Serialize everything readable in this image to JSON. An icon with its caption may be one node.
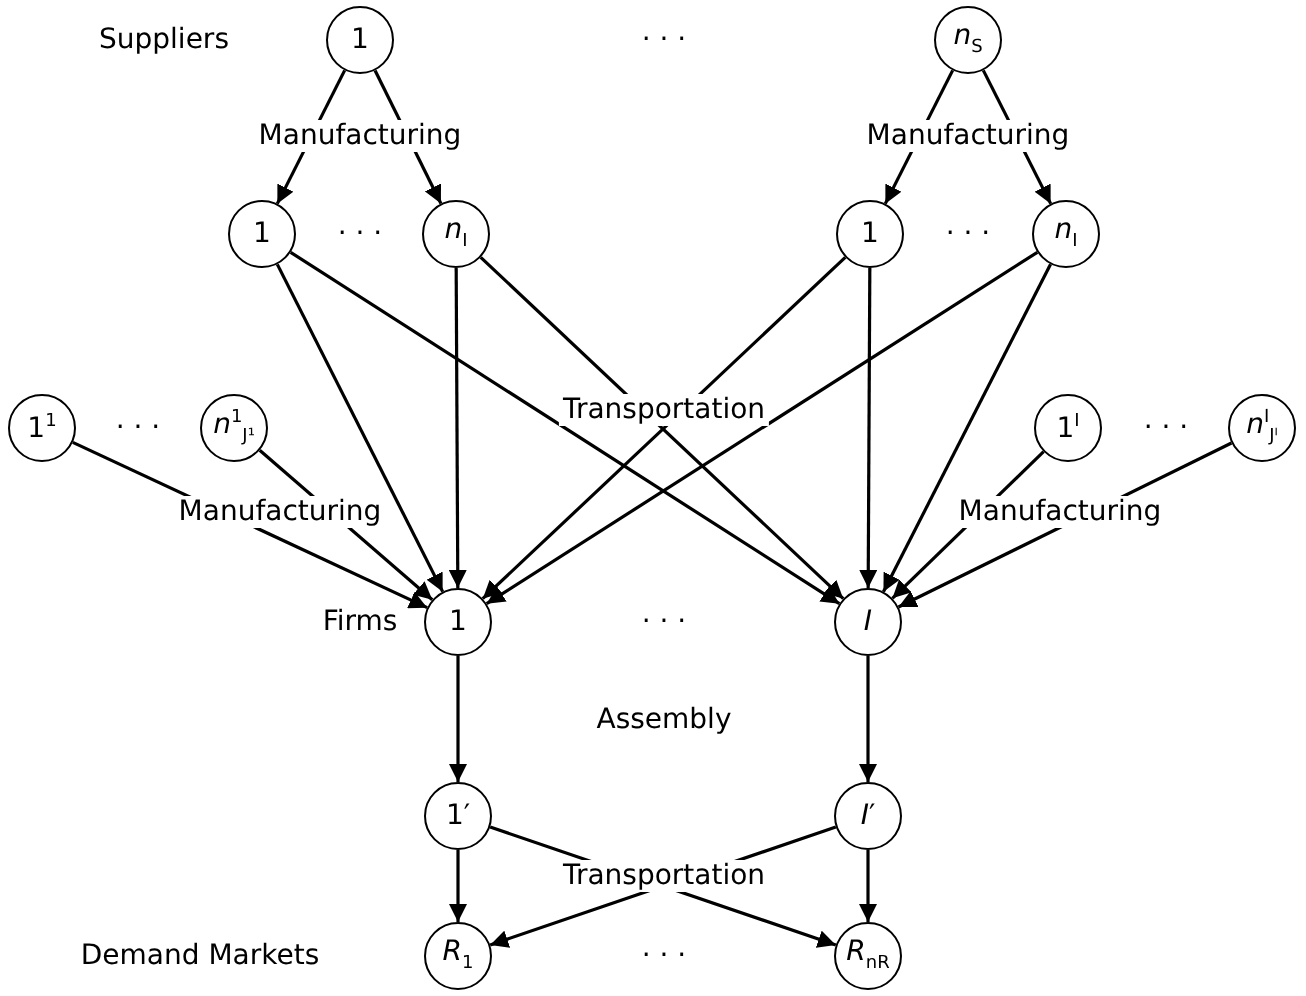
{
  "diagram": {
    "nodes": [
      {
        "text": [
          "1"
        ]
      },
      {
        "text": [
          "*n*$_{S}$"
        ]
      },
      {
        "text": [
          "1"
        ]
      },
      {
        "text": [
          "*n*$_{I}$"
        ]
      },
      {
        "text": [
          "1"
        ]
      },
      {
        "text": [
          "*n*$_{I}$"
        ]
      },
      {
        "text": [
          "1$^{1}$"
        ]
      },
      {
        "text": [
          "*n*$^{1}$$_{J¹}$"
        ]
      },
      {
        "text": [
          "1$^{I}$"
        ]
      },
      {
        "text": [
          "*n*$^{I}$$_{Jᴵ}$"
        ]
      },
      {
        "text": [
          "1"
        ]
      },
      {
        "text": [
          "*I*"
        ]
      },
      {
        "text": [
          "1′"
        ]
      },
      {
        "text": [
          "*I*′"
        ]
      },
      {
        "text": [
          "*R*$_{1}$"
        ]
      },
      {
        "text": [
          "*R*$_{nR}$"
        ]
      }
    ],
    "edges": [
      {
        "from": 0,
        "to": 2,
        "arrow": "to"
      },
      {
        "from": 0,
        "to": 3,
        "arrow": "to"
      },
      {
        "from": 1,
        "to": 4,
        "arrow": "to"
      },
      {
        "from": 1,
        "to": 5,
        "arrow": "to"
      },
      {
        "from": 2,
        "to": 10,
        "arrow": "to"
      },
      {
        "from": 2,
        "to": 11,
        "arrow": "to"
      },
      {
        "from": 3,
        "to": 10,
        "arrow": "to"
      },
      {
        "from": 3,
        "to": 11,
        "arrow": "to"
      },
      {
        "from": 4,
        "to": 10,
        "arrow": "to"
      },
      {
        "from": 4,
        "to": 11,
        "arrow": "to"
      },
      {
        "from": 5,
        "to": 10,
        "arrow": "to"
      },
      {
        "from": 5,
        "to": 11,
        "arrow": "to"
      },
      {
        "from": 6,
        "to": 10,
        "arrow": "to"
      },
      {
        "from": 7,
        "to": 10,
        "arrow": "to"
      },
      {
        "from": 8,
        "to": 11,
        "arrow": "to"
      },
      {
        "from": 9,
        "to": 11,
        "arrow": "to"
      },
      {
        "from": 10,
        "to": 12,
        "arrow": "to"
      },
      {
        "from": 11,
        "to": 13,
        "arrow": "to"
      },
      {
        "from": 12,
        "to": 14,
        "arrow": "to"
      },
      {
        "from": 12,
        "to": 15,
        "arrow": "to"
      },
      {
        "from": 13,
        "to": 14,
        "arrow": "to"
      },
      {
        "from": 13,
        "to": 15,
        "arrow": "to"
      }
    ],
    "labels": [
      "Suppliers",
      "· · ·",
      "Manufacturing",
      "Manufacturing",
      "· · ·",
      "· · ·",
      "· · ·",
      "Transportation",
      "· · ·",
      "Manufacturing",
      "Manufacturing",
      "Firms",
      "· · ·",
      "Assembly",
      "Transportation",
      "Demand Markets",
      "· · ·"
    ]
  }
}
